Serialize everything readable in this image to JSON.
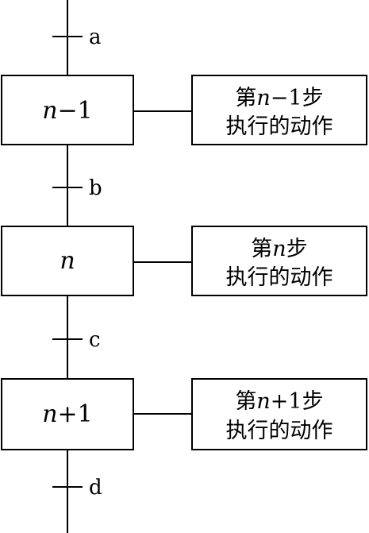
{
  "steps": [
    {
      "id": "step-n-minus-1",
      "label_italic": "n",
      "label_rest": "−1"
    },
    {
      "id": "step-n",
      "label_italic": "n",
      "label_rest": ""
    },
    {
      "id": "step-n-plus-1",
      "label_italic": "n",
      "label_rest": "+1"
    }
  ],
  "actions": [
    {
      "line1_pre": "第",
      "line1_italic": "n",
      "line1_post": "−1步",
      "line2": "执行的动作"
    },
    {
      "line1_pre": "第",
      "line1_italic": "n",
      "line1_post": "步",
      "line2": "执行的动作"
    },
    {
      "line1_pre": "第",
      "line1_italic": "n",
      "line1_post": "+1步",
      "line2": "执行的动作"
    }
  ],
  "transitions": [
    "a",
    "b",
    "c",
    "d"
  ],
  "colors": {
    "stroke": "#000000",
    "background": "#ffffff"
  }
}
